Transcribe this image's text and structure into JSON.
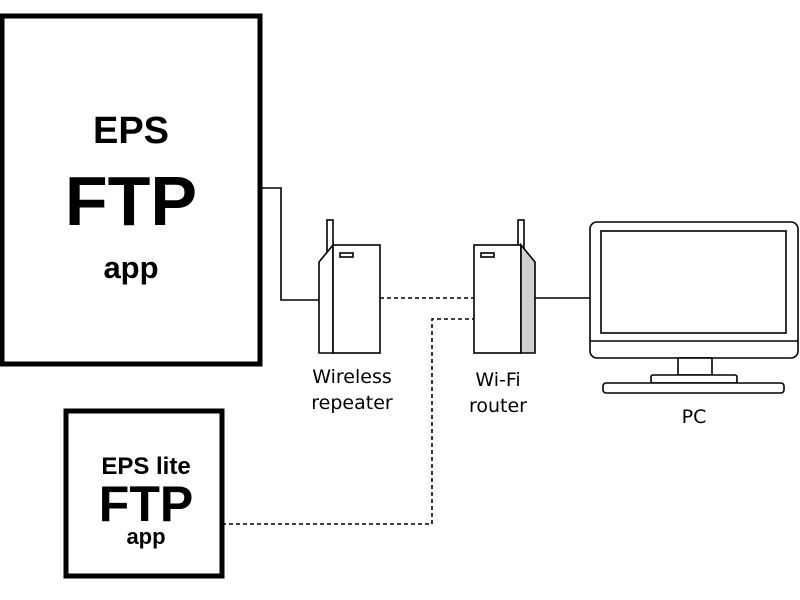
{
  "eps_box": {
    "line1": "EPS",
    "line2": "FTP",
    "line3": "app"
  },
  "eps_lite_box": {
    "line1": "EPS lite",
    "line2": "FTP",
    "line3": "app"
  },
  "repeater": {
    "label_line1": "Wireless",
    "label_line2": "repeater"
  },
  "router": {
    "label_line1": "Wi-Fi",
    "label_line2": "router"
  },
  "pc": {
    "label": "PC"
  },
  "colors": {
    "stroke": "#000000",
    "device_side_shade": "#d0d0d0",
    "background": "#ffffff"
  }
}
